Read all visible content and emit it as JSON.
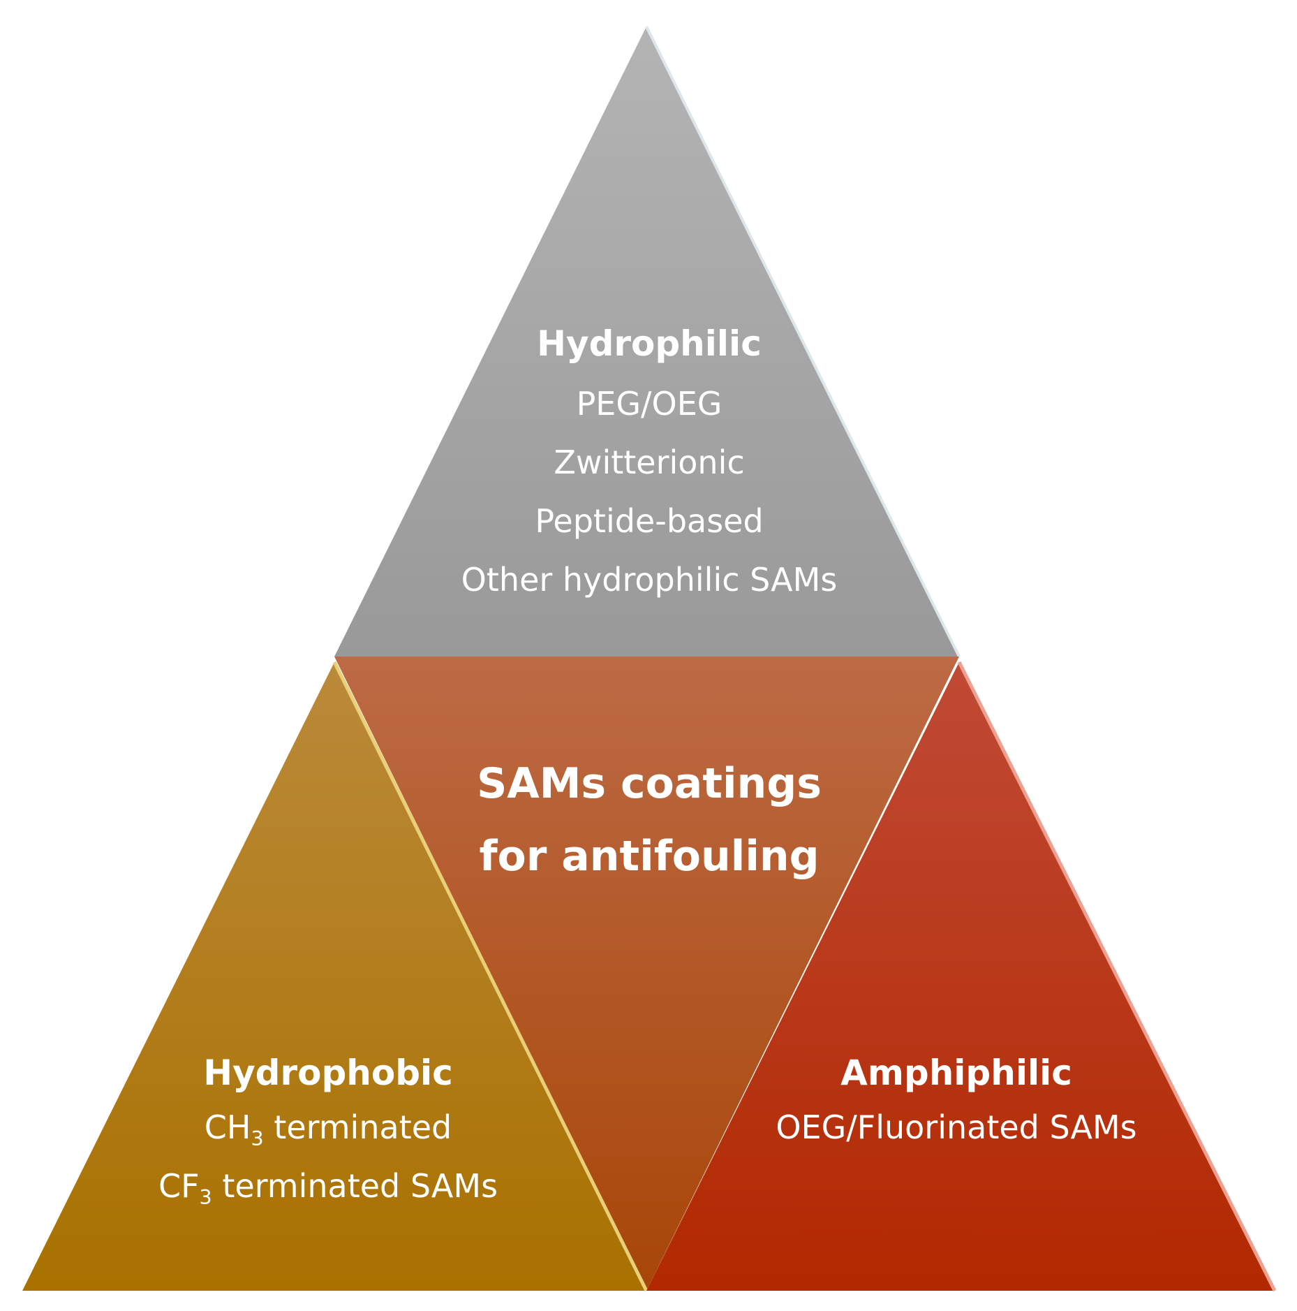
{
  "colors": {
    "hydrophilic": "#a3a3a3",
    "center": "#b8582a",
    "hydrophobic": "#b38016",
    "amphiphilic": "#c2391c",
    "text": "#ffffff"
  },
  "hydrophilic": {
    "title": "Hydrophilic",
    "items": [
      "PEG/OEG",
      "Zwitterionic",
      "Peptide-based",
      "Other hydrophilic SAMs"
    ]
  },
  "center": {
    "line1": "SAMs coatings",
    "line2": "for antifouling"
  },
  "hydrophobic": {
    "title": "Hydrophobic",
    "item1_prefix": "CH",
    "item1_sub": "3",
    "item1_suffix": " terminated",
    "item2_prefix": "CF",
    "item2_sub": "3",
    "item2_suffix": " terminated SAMs"
  },
  "amphiphilic": {
    "title": "Amphiphilic",
    "items": [
      "OEG/Fluorinated SAMs"
    ]
  }
}
